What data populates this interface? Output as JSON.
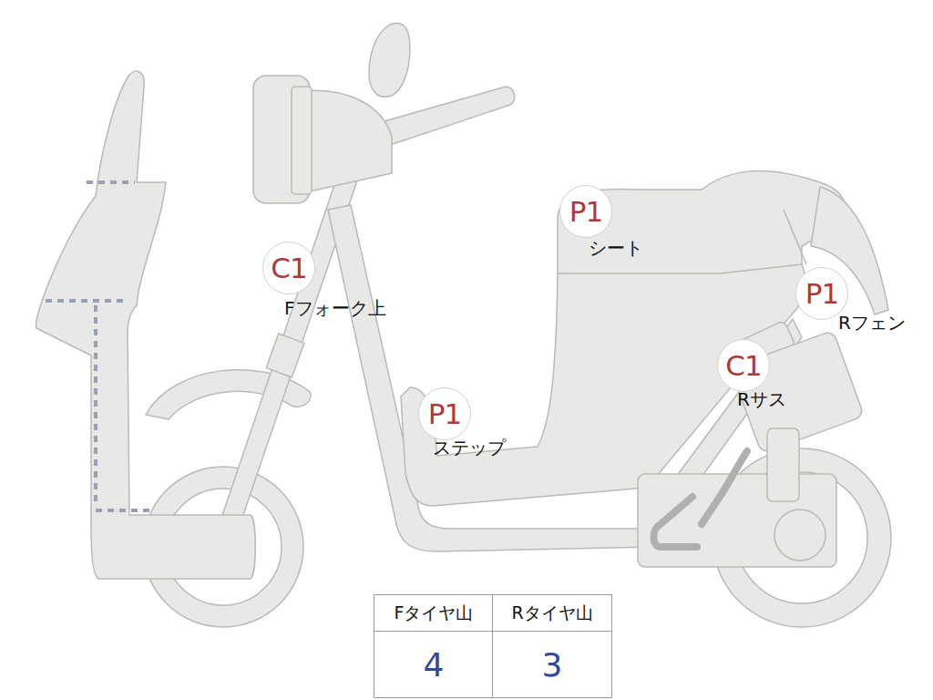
{
  "diagram": {
    "nodes": [
      {
        "text": [
          "P1",
          "シート"
        ]
      },
      {
        "text": [
          "C1",
          "Fフォーク上"
        ]
      },
      {
        "text": [
          "P1",
          "Rフェン"
        ]
      },
      {
        "text": [
          "C1",
          "Rサス"
        ]
      },
      {
        "text": [
          "P1",
          "ステップ"
        ]
      }
    ],
    "labels": [
      "Fタイヤ山",
      "Rタイヤ山",
      "4",
      "3"
    ]
  }
}
